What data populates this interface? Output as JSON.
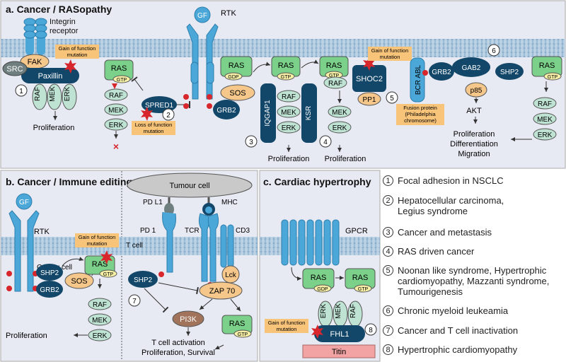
{
  "panels": {
    "a_title": "a. Cancer / RASopathy",
    "b_title": "b. Cancer / Immune editing",
    "c_title": "c. Cardiac hypertrophy"
  },
  "colors": {
    "panel_bg": "#e8eaf3",
    "membrane": "#a9c4dc",
    "receptor_blue": "#4aa7d8",
    "dark_navy": "#124769",
    "ras_green": "#7bd18a",
    "raf_mint": "#bfe3d3",
    "orange": "#f5c78a",
    "gtp_yellow": "#f7f0a6",
    "label_bg": "#f8c47a",
    "star_red": "#d7262c",
    "pi3k_brown": "#a0735a",
    "titin_pink": "#f2a4a4",
    "grey_protein": "#6f7f7f",
    "cell_grey": "#c9c9c9"
  },
  "a": {
    "integrin_label": "Integrin\nreceptor",
    "fak": "FAK",
    "src": "SRC",
    "paxillin": "Paxillin",
    "gof_label_1": "Gain of function\nmutation",
    "raf1": "RAF",
    "mek1": "MEK",
    "erk1": "ERK",
    "prolif_1": "Proliferation",
    "num_1": "1",
    "ras_gtp_1": "RAS",
    "gtp_1": "GTP",
    "raf2": "RAF",
    "mek2": "MEK",
    "erk2": "ERK",
    "spred1": "SPRED1",
    "lof_label": "Loss of function\nmutation",
    "num_2": "2",
    "cross": "×",
    "gf": "GF",
    "rtk_label": "RTK",
    "grb2_a": "GRB2",
    "p_mark": "P",
    "ras_gdp": "RAS",
    "gdp": "GDP",
    "sos": "SOS",
    "ras_gtp_2": "RAS",
    "gtp_2": "GTP",
    "iqgap1": "IQGAP1",
    "ksr": "KSR",
    "raf3": "RAF",
    "mek3": "MEK",
    "erk3": "ERK",
    "num_3": "3",
    "prolif_3": "Proliferation",
    "ras_gtp_3": "RAS",
    "gtp_3": "GTP",
    "gof_label_2": "Gain of function\nmutation",
    "shoc2": "SHOC2",
    "raf4": "RAF",
    "pp1": "PP1",
    "num_5": "5",
    "mek4": "MEK",
    "erk4": "ERK",
    "num_4": "4",
    "prolif_4": "Proliferation",
    "bcr_abl": "BCR ABL",
    "fusion_label": "Fusion protein\n(Philadelphia\nchromosome)",
    "grb2_b": "GRB2",
    "gab2": "GAB2",
    "num_6": "6",
    "p85": "p85",
    "shp2": "SHP2",
    "ras_gtp_4": "RAS",
    "gtp_4": "GTP",
    "akt": "AKT",
    "raf5": "RAF",
    "mek5": "MEK",
    "erk5": "ERK",
    "outcome": "Proliferation\nDifferentiation\nMigration"
  },
  "b": {
    "gf": "GF",
    "rtk_label": "RTK",
    "cancer_cell": "Cancer cell",
    "shp2": "SHP2",
    "grb2": "GRB2",
    "sos": "SOS",
    "ras": "RAS",
    "gtp": "GTP",
    "gof_label": "Gain of function\nmutation",
    "raf": "RAF",
    "mek": "MEK",
    "erk": "ERK",
    "prolif": "Proliferation",
    "tumour_cell": "Tumour cell",
    "pdl1": "PD L1",
    "mhc": "MHC",
    "pd1": "PD 1",
    "tcr": "TCR",
    "cd3": "CD3",
    "t_cell": "T cell",
    "shp2_t": "SHP2",
    "num_7": "7",
    "lck": "Lck",
    "zap70": "ZAP 70",
    "pi3k": "PI3K",
    "ras_t": "RAS",
    "gtp_t": "GTP",
    "outcome": "T cell activation\nProliferation, Survival"
  },
  "c": {
    "gpcr": "GPCR",
    "ras_gdp": "RAS",
    "gdp": "GDP",
    "ras_gtp": "RAS",
    "gtp": "GTP",
    "erk": "ERK",
    "mek": "MEK",
    "raf": "RAF",
    "fhl1": "FHL1",
    "num_8": "8",
    "titin": "Titin",
    "gof_label": "Gain of function\nmutation"
  },
  "legend": [
    {
      "num": "1",
      "text": "Focal adhesion in NSCLC"
    },
    {
      "num": "2",
      "text": "Hepatocellular carcinoma,\nLegius syndrome"
    },
    {
      "num": "3",
      "text": "Cancer and metastasis"
    },
    {
      "num": "4",
      "text": "RAS driven cancer"
    },
    {
      "num": "5",
      "text": "Noonan like syndrome, Hypertrophic\ncardiomyopathy, Mazzanti syndrome,\nTumourigenesis"
    },
    {
      "num": "6",
      "text": "Chronic myeloid leukeamia"
    },
    {
      "num": "7",
      "text": "Cancer and T cell inactivation"
    },
    {
      "num": "8",
      "text": "Hypertrophic cardiomyopathy"
    }
  ]
}
